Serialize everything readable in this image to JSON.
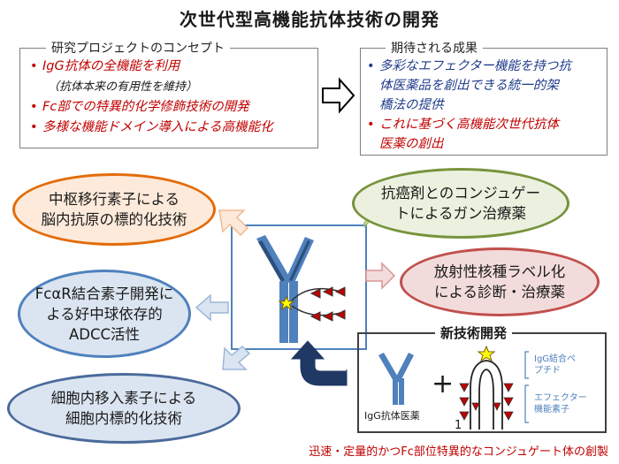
{
  "title": "次世代型高機能抗体技術の開発",
  "concept": {
    "label": "研究プロジェクトのコンセプト",
    "items": [
      {
        "bullet": "•",
        "text": "IgG抗体の全機能を利用",
        "color": "#c00000"
      },
      {
        "bullet": "",
        "text": "（抗体本来の有用性を維持）",
        "color": "#1a1a1a"
      },
      {
        "bullet": "•",
        "text": "Fc部での特異的化学修飾技術の開発",
        "color": "#c00000"
      },
      {
        "bullet": "•",
        "text": "多様な機能ドメイン導入による高機能化",
        "color": "#c00000"
      }
    ]
  },
  "results": {
    "label": "期待される成果",
    "items": [
      {
        "bullet": "•",
        "lines": [
          "多彩なエフェクター機能を持つ抗",
          "体医薬品を創出できる統一的架",
          "橋法の提供"
        ],
        "color": "#1f3a8a"
      },
      {
        "bullet": "•",
        "lines": [
          "これに基づく高機能次世代抗体",
          "医薬の創出"
        ],
        "color": "#c00000"
      }
    ]
  },
  "ovals": [
    {
      "key": "cns",
      "lines": [
        "中枢移行素子による",
        "脳内抗原の標的化技術"
      ],
      "border": "#e36c09",
      "fill": "#fdeada"
    },
    {
      "key": "fcar",
      "lines": [
        "FcαR結合素子開発に",
        "よる好中球依存的",
        "ADCC活性"
      ],
      "border": "#4f81bd",
      "fill": "#dbe5f1"
    },
    {
      "key": "intracellular",
      "lines": [
        "細胞内移入素子による",
        "細胞内標的化技術"
      ],
      "border": "#4a6a9b",
      "fill": "#dbe5f1"
    },
    {
      "key": "anticancer",
      "lines": [
        "抗癌剤とのコンジュゲー",
        "トによるガン治療薬"
      ],
      "border": "#77933c",
      "fill": "#ebf1de"
    },
    {
      "key": "radio",
      "lines": [
        "放射性核種ラベル化",
        "による診断・治療薬"
      ],
      "border": "#c0504d",
      "fill": "#f2dcdb"
    }
  ],
  "tech": {
    "title": "新技術開発",
    "igg_label": "IgG抗体医薬",
    "plus": "+",
    "number": "1",
    "peptide_label": [
      "IgG結合ペ",
      "プチド"
    ],
    "effector_label": [
      "エフェクター",
      "機能素子"
    ]
  },
  "footer": "迅速・定量的かつFc部位特異的なコンジュゲート体の創製",
  "colors": {
    "antibody": "#4f81bd",
    "effector": "#c00000",
    "star": "#ffff00",
    "footer": "#c00000"
  }
}
